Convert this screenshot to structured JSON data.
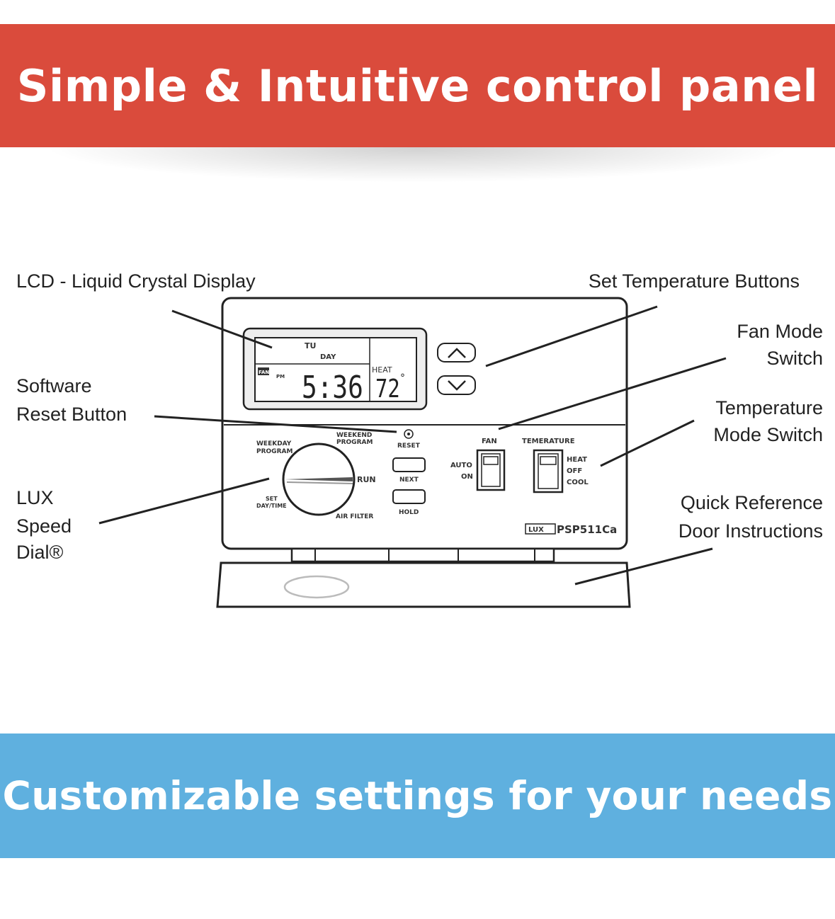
{
  "banners": {
    "top": "Simple & Intuitive control panel",
    "bottom": "Customizable settings for your needs"
  },
  "callouts": {
    "lcd": "LCD - Liquid Crystal Display",
    "set_temp": "Set Temperature Buttons",
    "fan_mode_1": "Fan Mode",
    "fan_mode_2": "Switch",
    "reset_1": "Software",
    "reset_2": "Reset Button",
    "temp_mode_1": "Temperature",
    "temp_mode_2": "Mode Switch",
    "dial_1": "LUX",
    "dial_2": "Speed",
    "dial_3": "Dial®",
    "door_1": "Quick Reference",
    "door_2": "Door Instructions"
  },
  "lcd": {
    "day_code": "TU",
    "day_label": "DAY",
    "fan_badge": "FAN",
    "ampm": "PM",
    "time": "5:36",
    "mode": "HEAT",
    "temperature": "72",
    "degree": "°"
  },
  "panel": {
    "weekday_1": "WEEKDAY",
    "weekday_2": "PROGRAM",
    "weekend_1": "WEEKEND",
    "weekend_2": "PROGRAM",
    "run": "RUN",
    "set_1": "SET",
    "set_2": "DAY/TIME",
    "air_filter": "AIR FILTER",
    "reset": "RESET",
    "next": "NEXT",
    "hold": "HOLD",
    "fan": "FAN",
    "auto": "AUTO",
    "on": "ON",
    "temperature": "TEMERATURE",
    "heat": "HEAT",
    "off": "OFF",
    "cool": "COOL",
    "brand": "LUX",
    "model": "PSP511Ca"
  },
  "colors": {
    "top_banner": "#da4b3c",
    "bottom_banner": "#5fb0df",
    "line": "#222222"
  }
}
